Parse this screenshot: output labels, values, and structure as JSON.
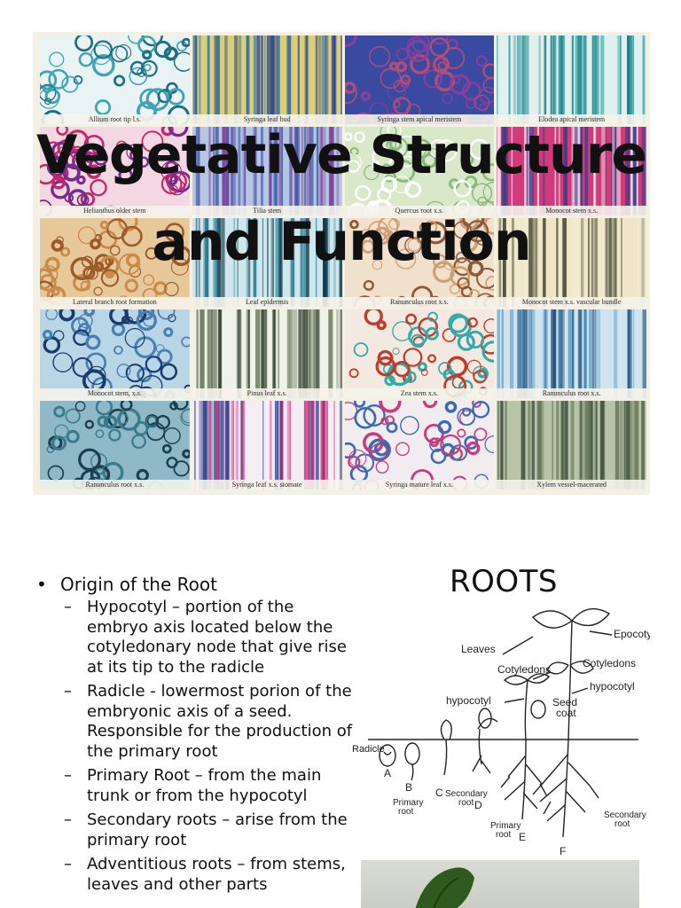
{
  "slide1": {
    "title": "Vegetative Structure and Function",
    "tiles": [
      {
        "caption": "Allium root tip l.s.",
        "palette": [
          "#e9f3f4",
          "#3fa3b3",
          "#1f6f80"
        ]
      },
      {
        "caption": "Syringa leaf bud",
        "palette": [
          "#d9cf7a",
          "#2f6fa8",
          "#2e3f8a"
        ]
      },
      {
        "caption": "Syringa stem apical meristem",
        "palette": [
          "#3a4aa0",
          "#8a3f9a",
          "#b24d7a"
        ]
      },
      {
        "caption": "Elodea apical meristem",
        "palette": [
          "#dff0ee",
          "#2e9fa3",
          "#157a86"
        ]
      },
      {
        "caption": "Helianthus older stem",
        "palette": [
          "#f3d8e4",
          "#c2296b",
          "#7a2a8a"
        ]
      },
      {
        "caption": "Tilia stem",
        "palette": [
          "#b7c5e0",
          "#3a56a8",
          "#7b3a9a"
        ]
      },
      {
        "caption": "Quercus root x.s.",
        "palette": [
          "#d8e8c8",
          "#8ab97a",
          "#ffffff"
        ]
      },
      {
        "caption": "Monocot stem x.s.",
        "palette": [
          "#d23a7a",
          "#ffffff",
          "#2e3d8a"
        ]
      },
      {
        "caption": "Lateral branch root formation",
        "palette": [
          "#e7c89a",
          "#c98a4a",
          "#9a5a2a"
        ]
      },
      {
        "caption": "Leaf epidermis",
        "palette": [
          "#cfe6ec",
          "#2b7f96",
          "#0f3a4a"
        ]
      },
      {
        "caption": "Ranunculus root x.s.",
        "palette": [
          "#f1e1cc",
          "#caa177",
          "#8c5a3a"
        ]
      },
      {
        "caption": "Monocot stem x.s. vascular bundle",
        "palette": [
          "#efe6c8",
          "#3a3a2a",
          "#f2ecd2"
        ]
      },
      {
        "caption": "Monocot stem, x.s.",
        "palette": [
          "#b9d6e6",
          "#4a7fb2",
          "#1a3a6a"
        ]
      },
      {
        "caption": "Pinus leaf x.s.",
        "palette": [
          "#eef2e8",
          "#6a7a5a",
          "#2a3a2a"
        ]
      },
      {
        "caption": "Zea stem x.s.",
        "palette": [
          "#f4e9e0",
          "#c23a2a",
          "#36a8a8"
        ]
      },
      {
        "caption": "Ranunculus root x.s.",
        "palette": [
          "#cfe4ef",
          "#5a9bc4",
          "#1e4f7a"
        ]
      },
      {
        "caption": "Ranunculus root x.s.",
        "palette": [
          "#8fb9c6",
          "#3a7a8e",
          "#1a3f4e"
        ]
      },
      {
        "caption": "Syringa leaf x.s. stomate",
        "palette": [
          "#f4eef4",
          "#cc2a7a",
          "#2e3d8a"
        ]
      },
      {
        "caption": "Syringa mature leaf x.s.",
        "palette": [
          "#f1ecef",
          "#3a6ab2",
          "#cc3a7a"
        ]
      },
      {
        "caption": "Xylem vessel-macerated",
        "palette": [
          "#b8c4a8",
          "#6a7a5a",
          "#3a4a3a"
        ]
      }
    ]
  },
  "slide2": {
    "title": "ROOTS",
    "bullets": [
      {
        "text": "Origin of the Root",
        "sub": [
          "Hypocotyl – portion of the embryo axis located below the cotyledonary node that give rise at its tip to the radicle",
          "Radicle -  lowermost porion of the embryonic axis of a seed. Responsible for the production of the primary root",
          "Primary Root – from the main trunk or from the hypocotyl",
          "Secondary roots – arise from the primary root",
          "Adventitious roots –  from stems, leaves and other parts"
        ]
      }
    ],
    "diagram_labels": {
      "leaves": "Leaves",
      "epocotyl": "Epocotyl",
      "cotyledons_left": "Cotyledons",
      "cotyledons_right": "Cotyledons",
      "hypocotyl_left": "hypocotyl",
      "hypocotyl_right": "hypocotyl",
      "seed_coat_1": "Seed",
      "seed_coat_2": "coat",
      "radicle": "Radicle",
      "stage_a": "A",
      "stage_b": "B",
      "stage_c": "C",
      "stage_d": "D",
      "stage_e": "E",
      "stage_f": "F",
      "primary_root_1a": "Primary",
      "primary_root_1b": "root",
      "secondary_root_1a": "Secondary",
      "secondary_root_1b": "root",
      "primary_root_2a": "Primary",
      "primary_root_2b": "root",
      "secondary_root_2a": "Secondary",
      "secondary_root_2b": "root"
    }
  }
}
